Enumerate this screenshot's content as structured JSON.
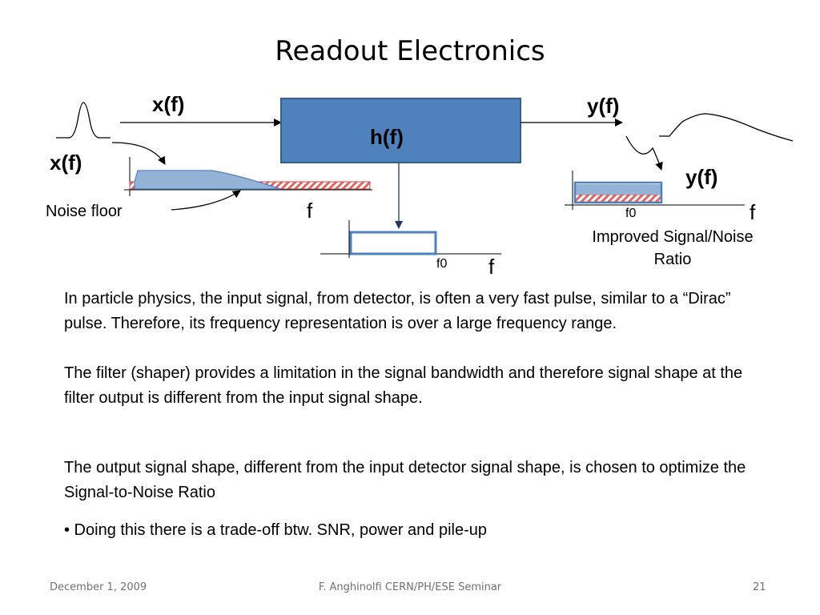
{
  "slide": {
    "title": "Readout Electronics"
  },
  "diagram": {
    "input_label": "x(f)",
    "output_label": "y(f)",
    "filter_label": "h(f)",
    "input_spectrum_label": "x(f)",
    "output_spectrum_label": "y(f)",
    "noise_floor_label": "Noise floor",
    "input_axis_label": "f",
    "filter_axis_label": "f",
    "filter_cutoff_label": "f0",
    "output_axis_label": "f",
    "output_cutoff_label": "f0",
    "snr_label_line1": "Improved Signal/Noise",
    "snr_label_line2": "Ratio",
    "colors": {
      "filter_box": "#4f81bd",
      "filter_border": "#385d8a",
      "spectrum_fill": "#95b3d7",
      "noise_hatch": "#e06666",
      "passband": "#4f81bd"
    }
  },
  "body": {
    "paragraph1": "In particle physics, the input signal, from detector, is often a very fast pulse, similar to a “Dirac” pulse. Therefore, its frequency representation is over a large frequency range.",
    "paragraph2": "The filter (shaper) provides a limitation in the signal bandwidth and therefore signal shape at the filter output is different from the input signal shape.",
    "paragraph3": "The output signal shape, different from the input detector signal shape, is chosen to optimize the Signal-to-Noise Ratio",
    "bullet1": "• Doing this there is a trade-off btw. SNR, power and pile-up"
  },
  "footer": {
    "date": "December 1, 2009",
    "center": "F. Anghinolfi CERN/PH/ESE Seminar",
    "page": "21"
  }
}
